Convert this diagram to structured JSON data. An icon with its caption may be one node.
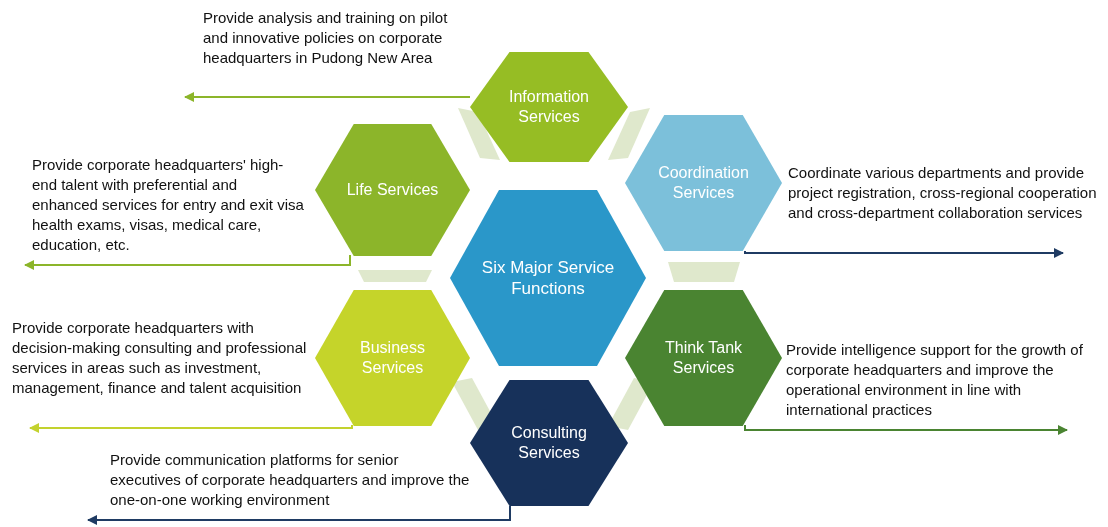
{
  "diagram": {
    "nodes": [
      {
        "text": [
          "Six Major Service Functions"
        ]
      },
      {
        "text": [
          "Information Services"
        ]
      },
      {
        "text": [
          "Coordination Services"
        ]
      },
      {
        "text": [
          "Think Tank Services"
        ]
      },
      {
        "text": [
          "Consulting Services"
        ]
      },
      {
        "text": [
          "Business Services"
        ]
      },
      {
        "text": [
          "Life Services"
        ]
      }
    ],
    "edges": [
      {
        "from": 1,
        "to": null,
        "arrow": "to",
        "label": "Provide analysis and training on pilot and innovative policies on corporate headquarters in Pudong New Area",
        "color": "#8cb52a"
      },
      {
        "from": 6,
        "to": null,
        "arrow": "to",
        "label": "Provide corporate headquarters' high-end talent with preferential and enhanced services for entry and exit visa health exams, visas, medical care, education, etc.",
        "color": "#8cb52a"
      },
      {
        "from": 2,
        "to": null,
        "arrow": "to",
        "label": "Coordinate various departments and provide project registration, cross-regional cooperation and cross-department collaboration services",
        "color": "#1f3b63"
      },
      {
        "from": 5,
        "to": null,
        "arrow": "to",
        "label": "Provide corporate headquarters with decision-making consulting and professional services in areas such as investment, management, finance and talent acquisition",
        "color": "#c3d22e"
      },
      {
        "from": 3,
        "to": null,
        "arrow": "to",
        "label": "Provide intelligence support for the growth of corporate headquarters and improve the operational environment in line with international practices",
        "color": "#4a8431"
      },
      {
        "from": 4,
        "to": null,
        "arrow": "to",
        "label": "Provide communication platforms for senior executives of corporate headquarters and improve the one-on-one working environment",
        "color": "#1f3b63"
      }
    ]
  }
}
